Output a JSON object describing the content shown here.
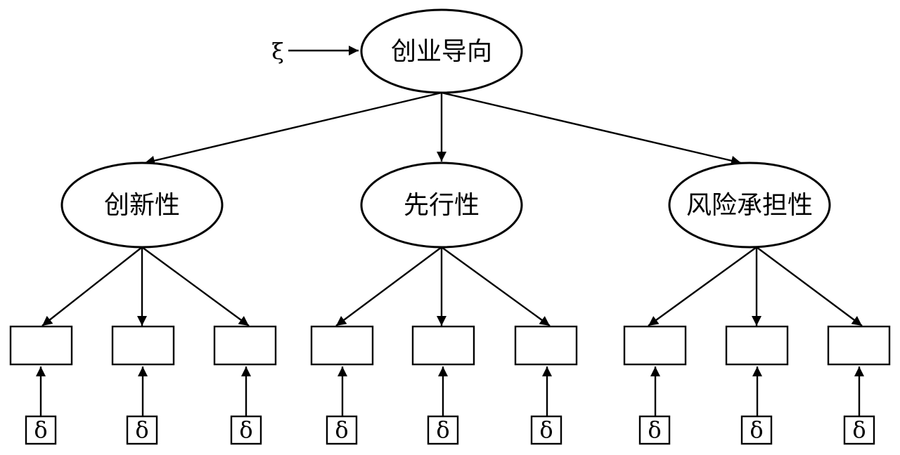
{
  "diagram": {
    "root": {
      "label": "创业导向",
      "input_symbol": "ξ"
    },
    "factors": [
      {
        "label": "创新性",
        "indicator_count": 3,
        "error_symbol": "δ"
      },
      {
        "label": "先行性",
        "indicator_count": 3,
        "error_symbol": "δ"
      },
      {
        "label": "风险承担性",
        "indicator_count": 3,
        "error_symbol": "δ"
      }
    ],
    "colors": {
      "line": "#000000",
      "fill": "#ffffff"
    }
  }
}
